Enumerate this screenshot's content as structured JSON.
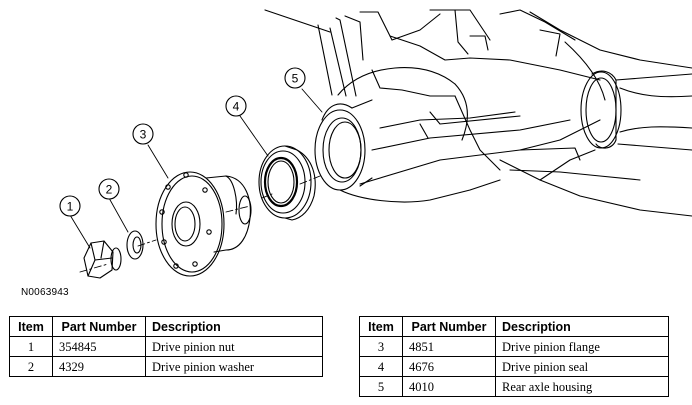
{
  "figure_id": "N0063943",
  "callouts": [
    "1",
    "2",
    "3",
    "4",
    "5"
  ],
  "table_headers": {
    "item": "Item",
    "part_number": "Part Number",
    "description": "Description"
  },
  "parts_left": [
    {
      "item": "1",
      "part_number": "354845",
      "description": "Drive pinion nut"
    },
    {
      "item": "2",
      "part_number": "4329",
      "description": "Drive pinion washer"
    }
  ],
  "parts_right": [
    {
      "item": "3",
      "part_number": "4851",
      "description": "Drive pinion flange"
    },
    {
      "item": "4",
      "part_number": "4676",
      "description": "Drive pinion seal"
    },
    {
      "item": "5",
      "part_number": "4010",
      "description": "Rear axle housing"
    }
  ]
}
